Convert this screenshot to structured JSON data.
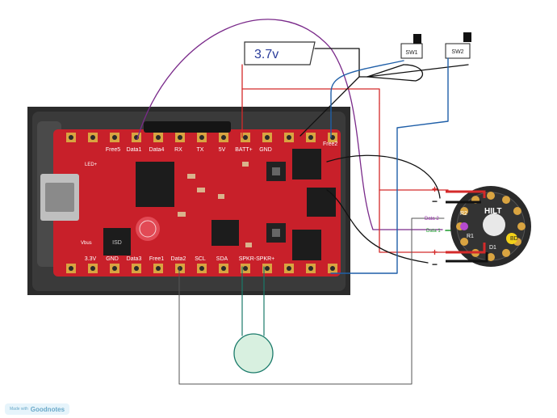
{
  "battery": {
    "label": "3.7v"
  },
  "switches": [
    {
      "label": "SW1"
    },
    {
      "label": "SW2"
    }
  ],
  "board": {
    "top_pins": [
      "Free5",
      "Data1",
      "Data4",
      "RX",
      "TX",
      "5V",
      "BATT+",
      "GND"
    ],
    "bottom_pins": [
      "3.3V",
      "GND",
      "Data3",
      "Free1",
      "Data2",
      "SCL",
      "SDA",
      "SPKR-SPKR+"
    ],
    "side_pins": [
      "Free2"
    ],
    "chip_text": "ISD",
    "vbus": "Vbus",
    "led_label": "LED+"
  },
  "led_board": {
    "labels": [
      "HILT",
      "R2",
      "R1",
      "D1",
      "BD"
    ],
    "plus_labels": [
      "+",
      "+"
    ],
    "minus_labels": [
      "−",
      "−"
    ],
    "data_labels": [
      "Data 2",
      "Data 1"
    ]
  },
  "watermark": {
    "prefix": "Made with",
    "name": "Goodnotes"
  },
  "colors": {
    "red_wire": "#d42a2a",
    "blue_wire": "#1f5fa8",
    "purple_wire": "#7a2a8a",
    "green_wire": "#1a9a2a",
    "board": "#c8202a"
  }
}
